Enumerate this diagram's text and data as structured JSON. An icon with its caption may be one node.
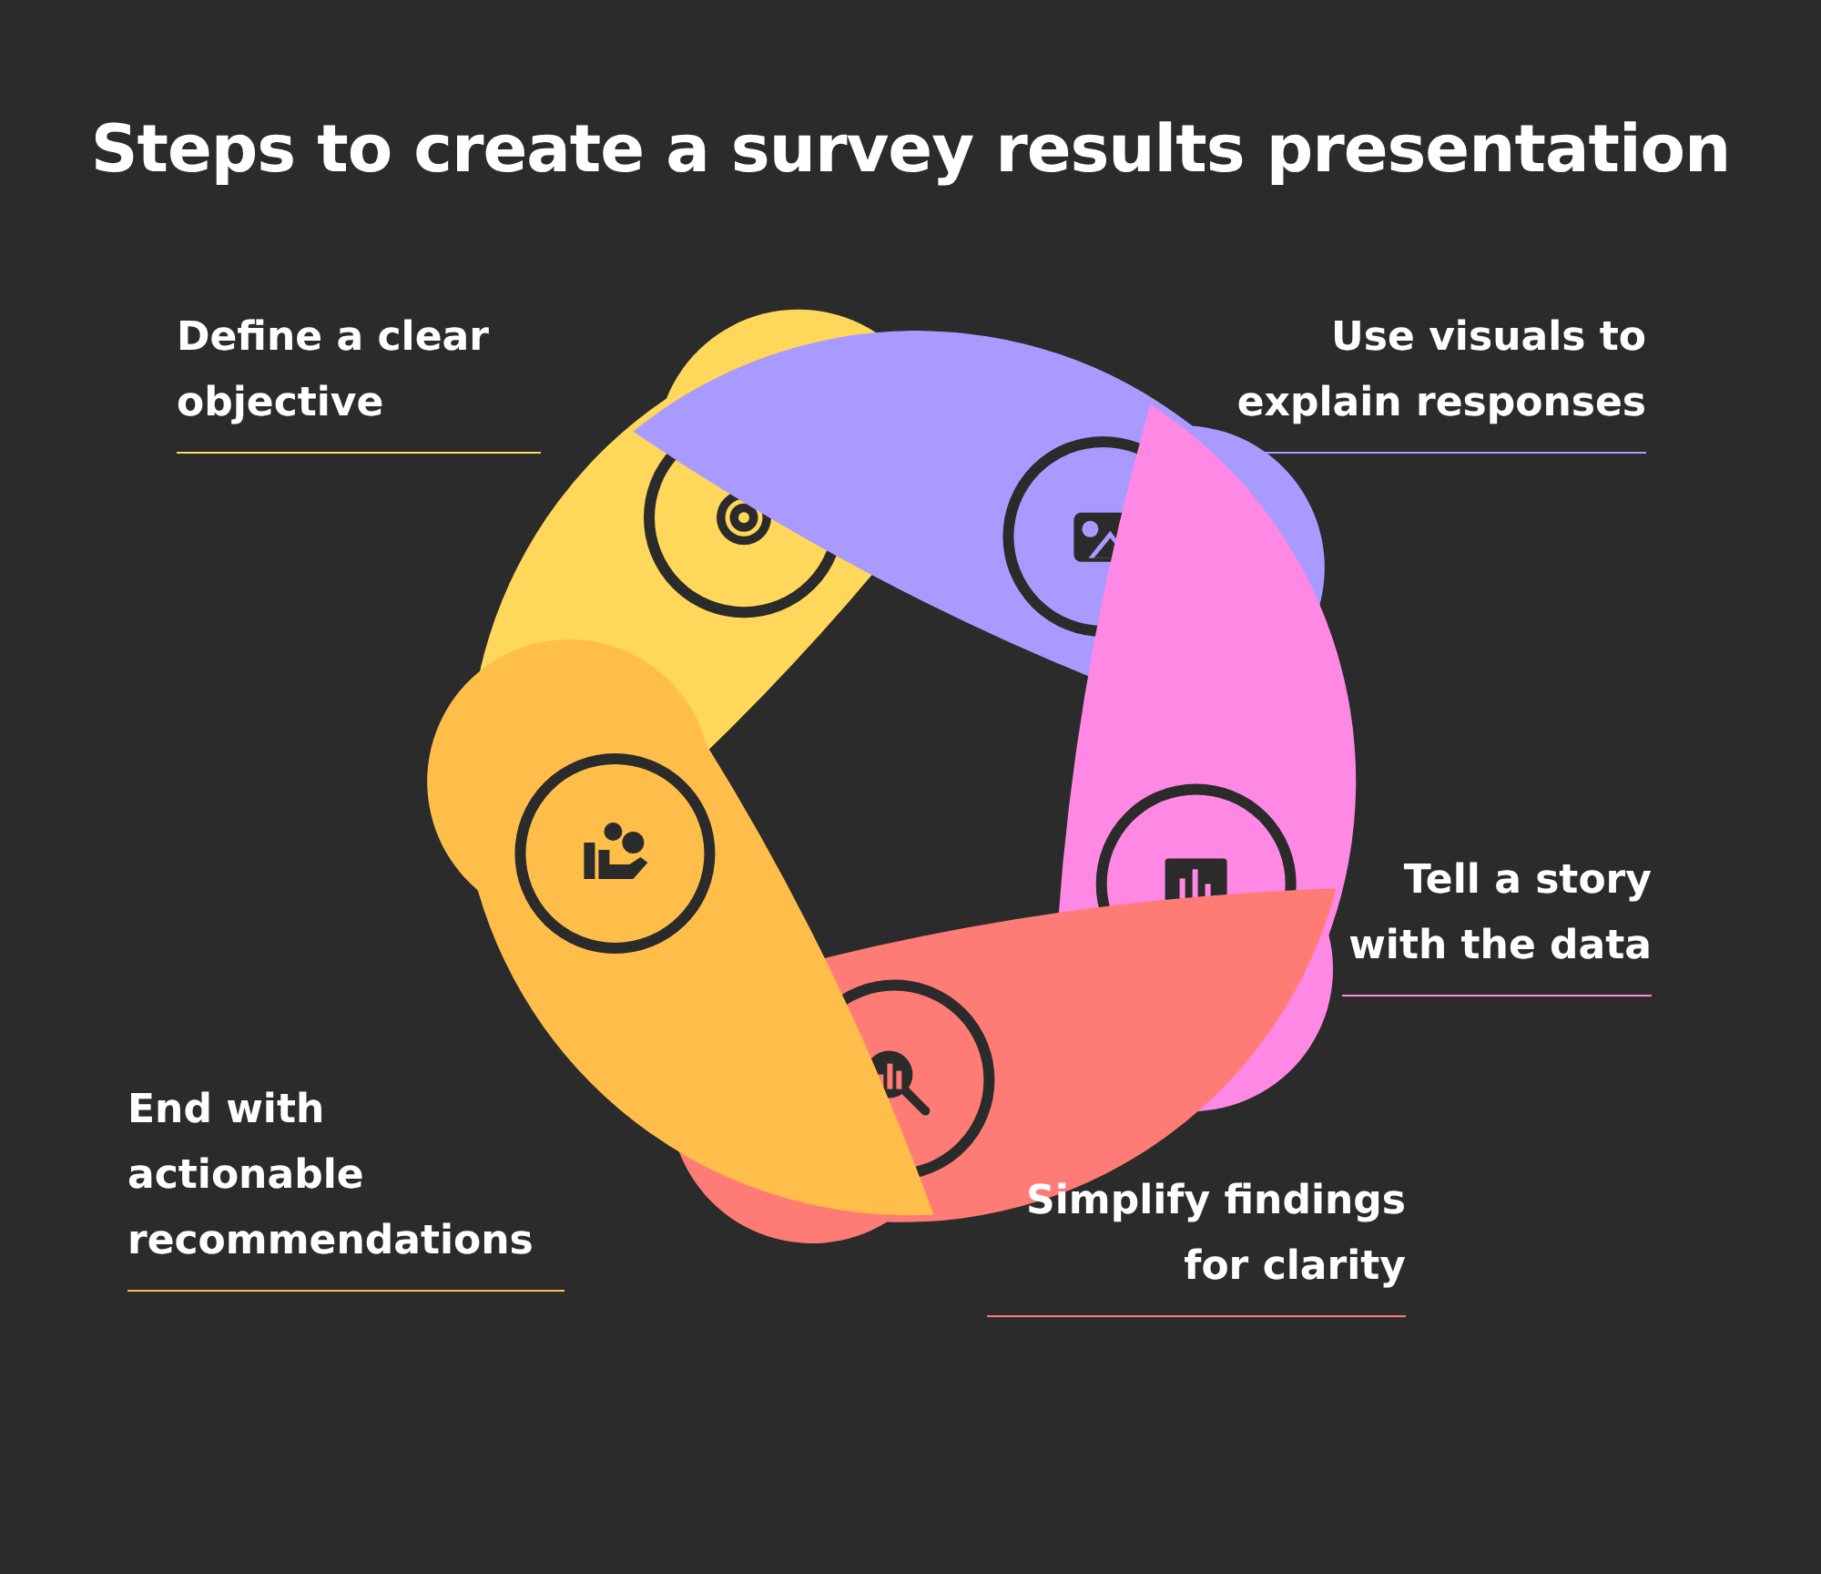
{
  "diagram": {
    "title": "Steps to create a survey results presentation",
    "labels": [
      "Define a clear objective",
      "Use visuals to explain responses",
      "Tell a story with the data",
      "Simplify findings for clarity",
      "End with actionable recommendations"
    ]
  }
}
